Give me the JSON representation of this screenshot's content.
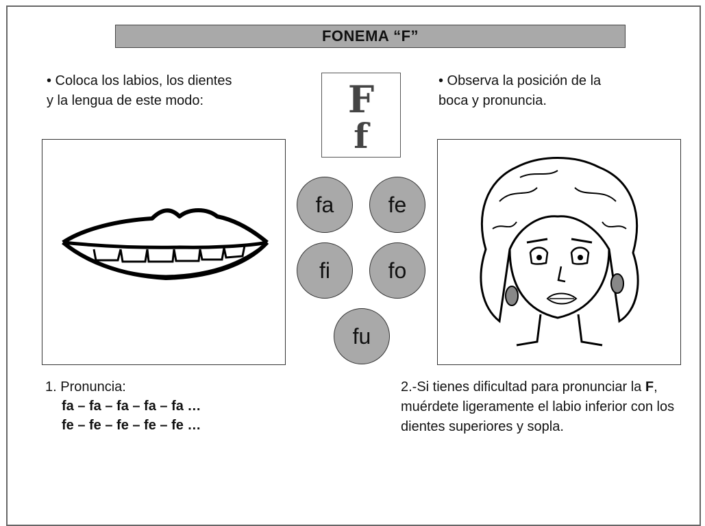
{
  "title": "FONEMA “F”",
  "instructions": {
    "left": "• Coloca los labios, los dientes\ny la lengua de este modo:",
    "right": "• Observa la posición de la\nboca y pronuncia."
  },
  "letters": {
    "upper": "F",
    "lower": "f"
  },
  "syllables": [
    "fa",
    "fe",
    "fi",
    "fo",
    "fu"
  ],
  "step1": {
    "label": "1. Pronuncia:",
    "drills": [
      "fa – fa – fa – fa – fa …",
      "fe – fe – fe – fe – fe …"
    ]
  },
  "step2": {
    "before": "2.-Si tienes dificultad para pronunciar la ",
    "bold": "F",
    "after": ", muérdete ligeramente el labio inferior con los dientes superiores y sopla."
  }
}
